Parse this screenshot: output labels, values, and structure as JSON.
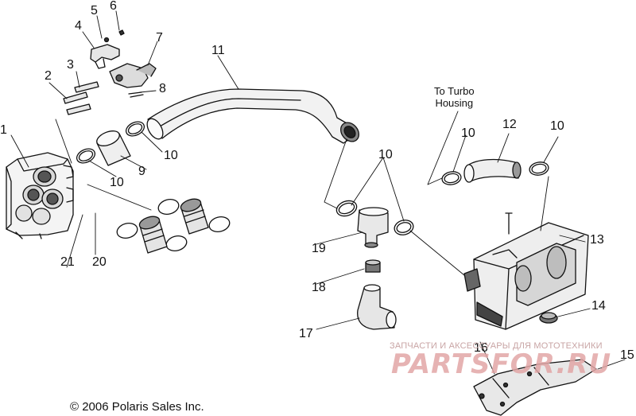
{
  "callouts": {
    "c1": "1",
    "c2": "2",
    "c3": "3",
    "c4": "4",
    "c5": "5",
    "c6": "6",
    "c7": "7",
    "c8": "8",
    "c9": "9",
    "c10a": "10",
    "c10b": "10",
    "c10c": "10",
    "c10d": "10",
    "c10e": "10",
    "c11": "11",
    "c12": "12",
    "c13": "13",
    "c14": "14",
    "c15": "15",
    "c16": "16",
    "c17": "17",
    "c18": "18",
    "c19": "19",
    "c20": "20",
    "c21": "21"
  },
  "note": {
    "line1": "To Turbo",
    "line2": "Housing"
  },
  "copyright": "© 2006 Polaris Sales Inc.",
  "watermark": {
    "top": "ЗАПЧАСТИ И АКСЕССУАРЫ ДЛЯ МОТОТЕХНИКИ",
    "brand": "PARTSFOR.RU"
  },
  "colors": {
    "line": "#111111",
    "watermark": "#e2a6a6"
  }
}
